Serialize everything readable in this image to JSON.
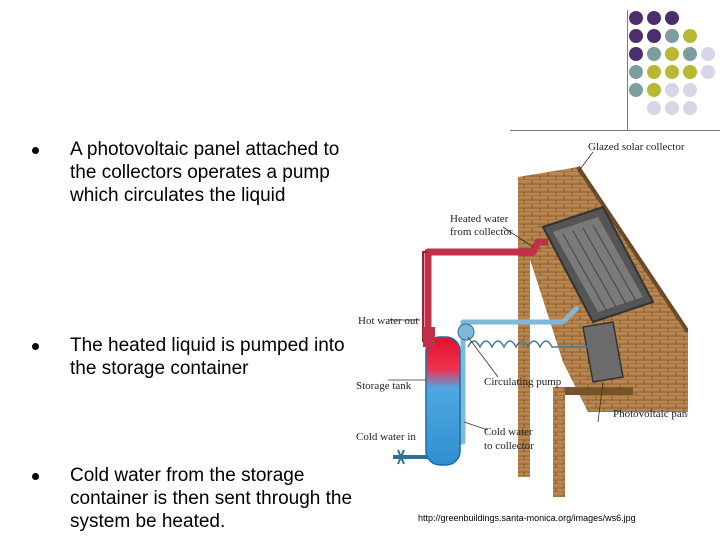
{
  "bullets": [
    "A photovoltaic panel attached to the collectors operates a pump which circulates the liquid",
    "The heated liquid is pumped into the storage container",
    "Cold water from the storage container is then sent through the system be heated."
  ],
  "diagram": {
    "labels": {
      "glazed_collector": "Glazed solar collector",
      "heated_water_1": "Heated water",
      "heated_water_2": "from collector",
      "hot_water_out": "Hot water out",
      "storage_tank": "Storage tank",
      "circulating_pump": "Circulating pump",
      "photovoltaic_panel": "Photovoltaic panel",
      "cold_water_in": "Cold water in",
      "cold_to_collector_1": "Cold water",
      "cold_to_collector_2": "to collector"
    }
  },
  "source_url": "http://greenbuildings.santa-monica.org/images/ws6.jpg",
  "colors": {
    "purple": "#4b2e6b",
    "teal": "#7d9ea0",
    "olive": "#b8b832",
    "lavender": "#d8d6e6",
    "brick": "#b8864e",
    "hot_pipe": "#c0304a",
    "cold_pipe": "#7fb8d8"
  }
}
